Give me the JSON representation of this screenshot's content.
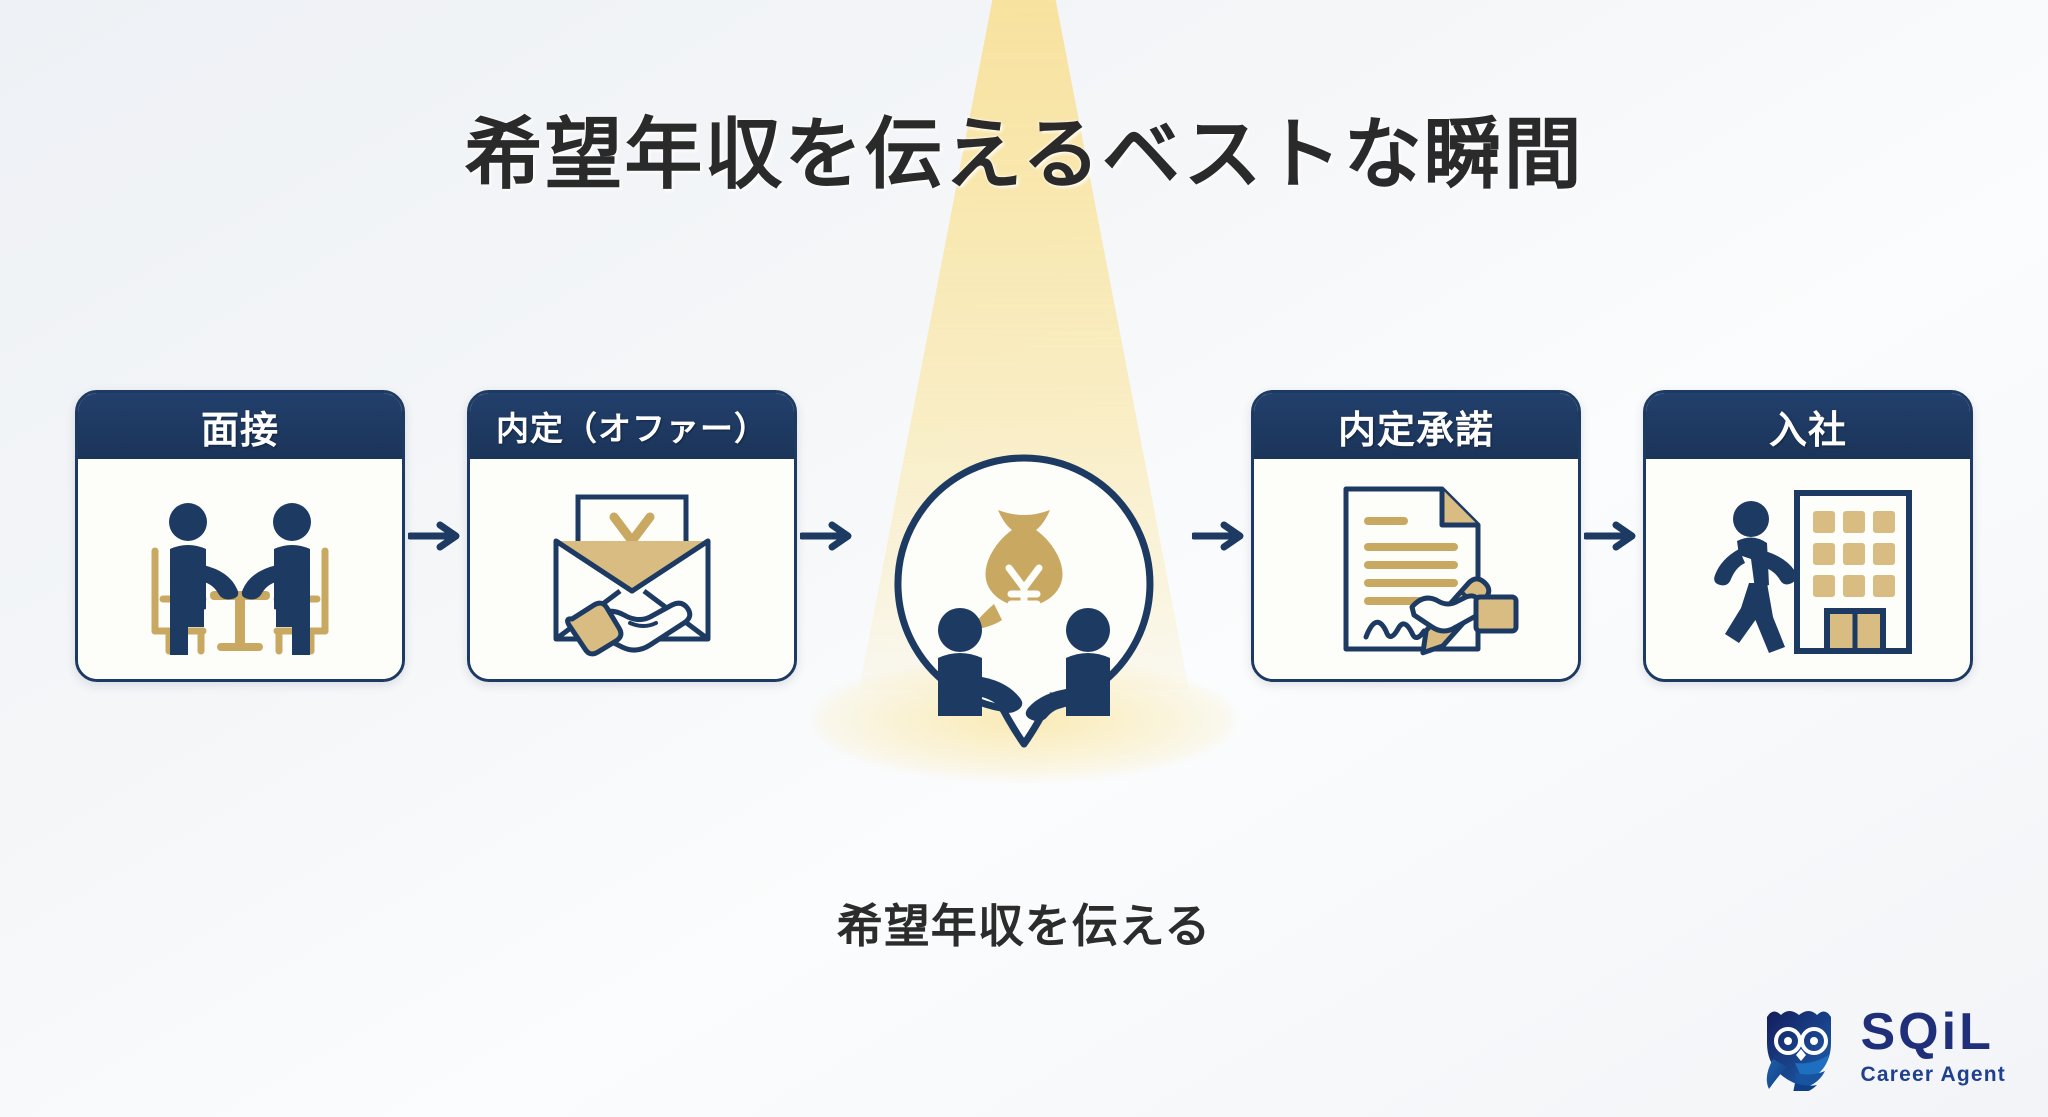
{
  "page": {
    "title": "希望年収を伝えるベストな瞬間",
    "center_caption": "希望年収を伝える",
    "background_color": "#f2f5f8",
    "spotlight_color": "#f8e09a",
    "navy": "#1d3a62",
    "gold": "#c9a961"
  },
  "flow": {
    "stages": [
      {
        "label": "面接",
        "icon": "interview-table-icon"
      },
      {
        "label": "内定（オファー）",
        "icon": "offer-envelope-yen-handshake-icon"
      },
      {
        "label": "内定承諾",
        "icon": "contract-signature-pen-icon"
      },
      {
        "label": "入社",
        "icon": "person-entering-building-icon"
      }
    ],
    "arrow_icon": "arrow-right-icon",
    "highlight": {
      "icon": "two-people-money-bag-yen-icon",
      "shape": "speech-bubble-circle"
    }
  },
  "brand": {
    "name": "SQiL",
    "tagline": "Career Agent",
    "logo_icon": "owl-logo-icon",
    "color": "#1f2f7a"
  }
}
